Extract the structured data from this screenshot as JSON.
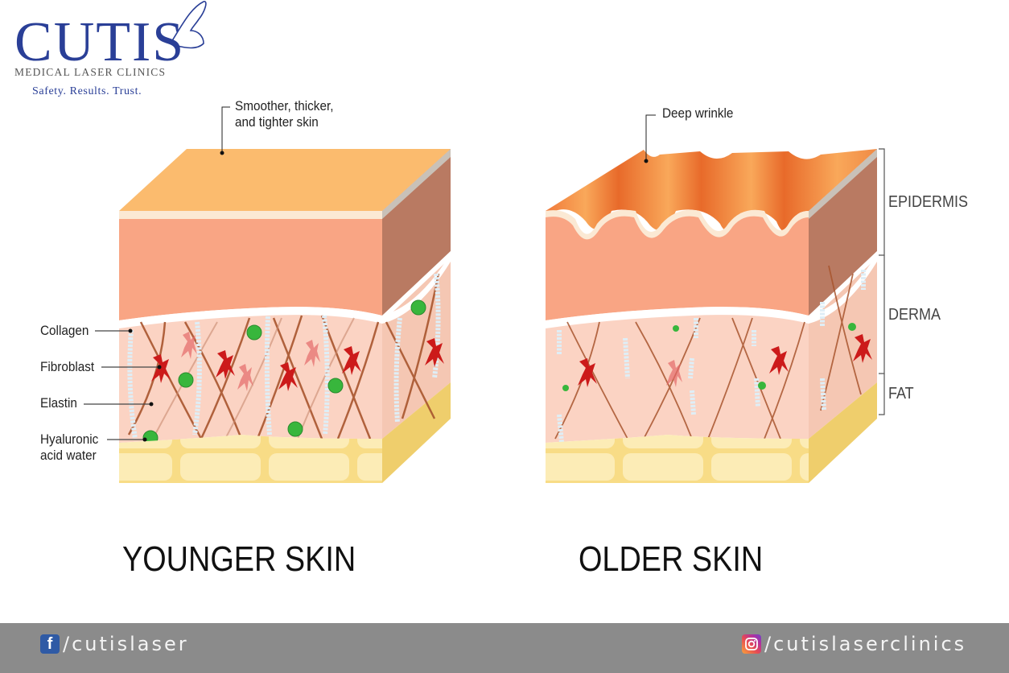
{
  "brand": {
    "name": "CUTIS",
    "subtitle": "MEDICAL LASER CLINICS",
    "tagline": "Safety. Results. Trust.",
    "color": "#2a3f97"
  },
  "diagram": {
    "younger": {
      "title": "YOUNGER SKIN",
      "callout": [
        "Smoother, thicker,",
        "and tighter skin"
      ],
      "legend": [
        {
          "label": "Collagen"
        },
        {
          "label": "Fibroblast"
        },
        {
          "label": "Elastin"
        },
        {
          "label": "Hyaluronic",
          "label2": "acid water"
        }
      ]
    },
    "older": {
      "title": "OLDER SKIN",
      "callout": "Deep wrinkle",
      "layers": [
        "EPIDERMIS",
        "DERMA",
        "FAT"
      ]
    },
    "colors": {
      "epidermis_top": "#fbbb6e",
      "epidermis_front": "#f9a584",
      "epidermis_side": "#b97a62",
      "derma": "#fbd3c3",
      "elastin": "#a8552e",
      "fibroblast": "#cc1a1a",
      "hyaluronic": "#38b63c",
      "collagen": "#e2eef5",
      "fat": "#f8dc86"
    }
  },
  "footer": {
    "facebook": {
      "icon": "facebook-icon",
      "handle": "/cutislaser"
    },
    "instagram": {
      "icon": "instagram-icon",
      "handle": "/cutislaserclinics"
    },
    "background": "#8b8b8b"
  }
}
